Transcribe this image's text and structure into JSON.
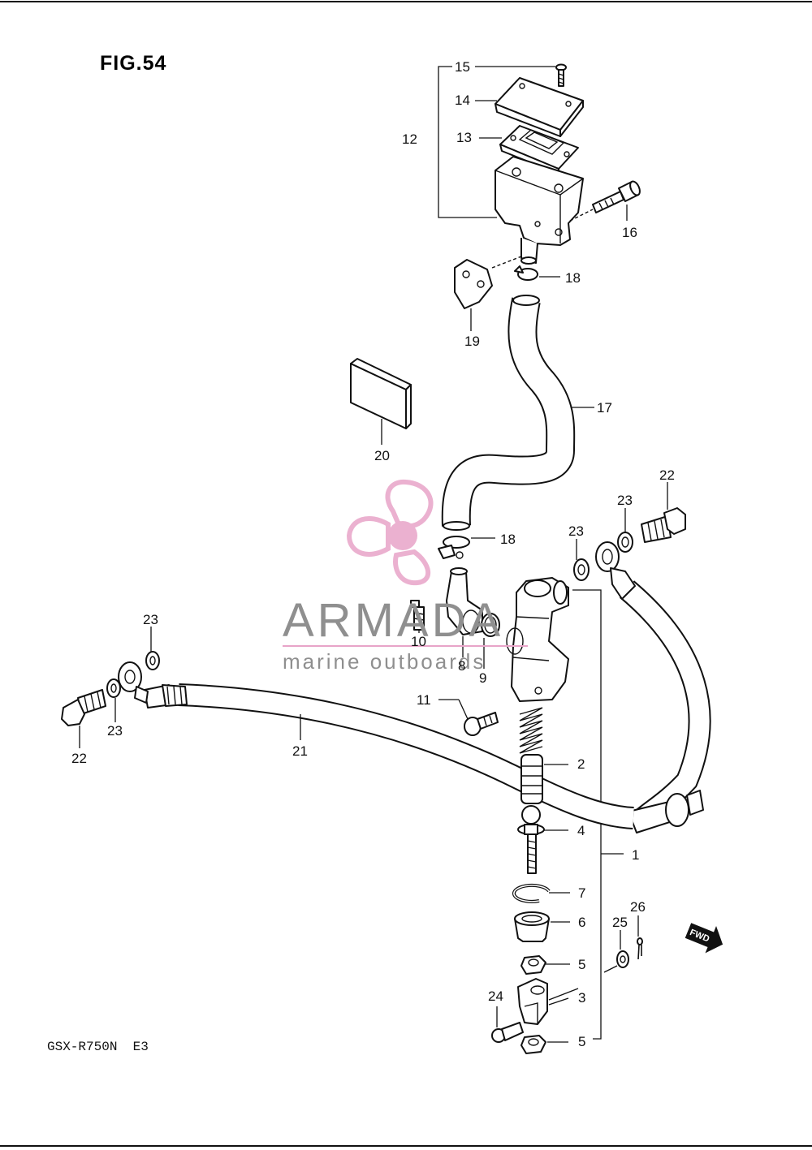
{
  "figure": {
    "title": "FIG.54",
    "model": "GSX-R750N  E3"
  },
  "watermark": {
    "brand": "ARMADA",
    "tagline": "marine outboards",
    "colors": {
      "logo": "#e8a4c8",
      "text": "#8f8f8f"
    }
  },
  "direction_arrow": {
    "text": "FWD"
  },
  "callouts": [
    {
      "id": "c15",
      "text": "15"
    },
    {
      "id": "c14",
      "text": "14"
    },
    {
      "id": "c13",
      "text": "13"
    },
    {
      "id": "c12",
      "text": "12"
    },
    {
      "id": "c16",
      "text": "16"
    },
    {
      "id": "c18a",
      "text": "18"
    },
    {
      "id": "c19",
      "text": "19"
    },
    {
      "id": "c17",
      "text": "17"
    },
    {
      "id": "c20",
      "text": "20"
    },
    {
      "id": "c22a",
      "text": "22"
    },
    {
      "id": "c23a",
      "text": "23"
    },
    {
      "id": "c23b",
      "text": "23"
    },
    {
      "id": "c18b",
      "text": "18"
    },
    {
      "id": "c10",
      "text": "10"
    },
    {
      "id": "c8",
      "text": "8"
    },
    {
      "id": "c9",
      "text": "9"
    },
    {
      "id": "c23c",
      "text": "23"
    },
    {
      "id": "c23d",
      "text": "23"
    },
    {
      "id": "c22b",
      "text": "22"
    },
    {
      "id": "c11",
      "text": "11"
    },
    {
      "id": "c21",
      "text": "21"
    },
    {
      "id": "c2",
      "text": "2"
    },
    {
      "id": "c4",
      "text": "4"
    },
    {
      "id": "c1",
      "text": "1"
    },
    {
      "id": "c7",
      "text": "7"
    },
    {
      "id": "c6",
      "text": "6"
    },
    {
      "id": "c26",
      "text": "26"
    },
    {
      "id": "c25",
      "text": "25"
    },
    {
      "id": "c5a",
      "text": "5"
    },
    {
      "id": "c24",
      "text": "24"
    },
    {
      "id": "c3",
      "text": "3"
    },
    {
      "id": "c5b",
      "text": "5"
    }
  ]
}
